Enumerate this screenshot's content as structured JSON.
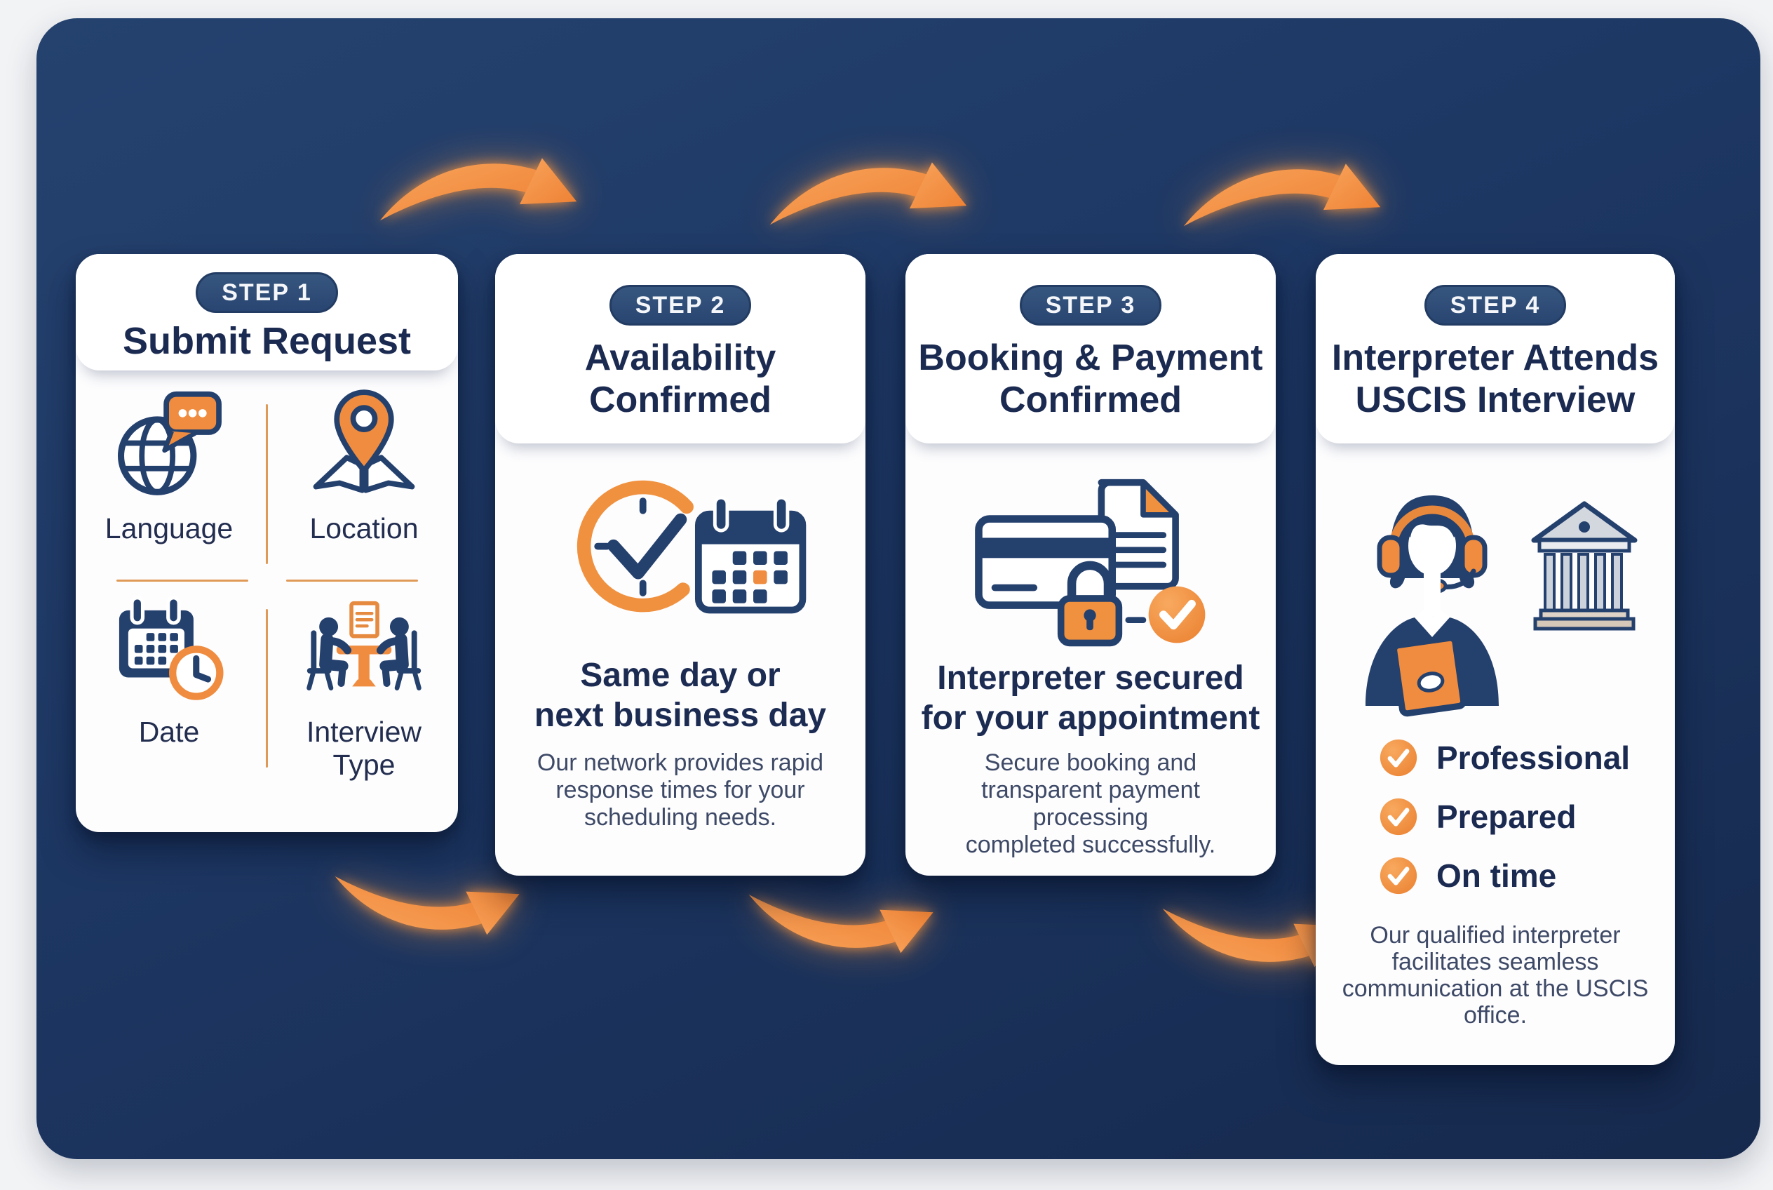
{
  "colors": {
    "background_navy": "#1d3763",
    "canvas_white": "#f2f3f5",
    "card_white": "#fdfdfe",
    "title_navy": "#1b2a50",
    "body_text": "#3d4966",
    "accent_orange": "#ef8c3f",
    "badge_navy": "#2d4a77",
    "divider_orange": "#e09a57"
  },
  "steps": [
    {
      "badge": "STEP 1",
      "title": "Submit Request",
      "icon": "globe-chat-icon map-pin-icon calendar-clock-icon interview-table-icon",
      "fields": [
        {
          "label": "Language",
          "icon": "globe-chat-icon"
        },
        {
          "label": "Location",
          "icon": "map-pin-icon"
        },
        {
          "label": "Date",
          "icon": "calendar-clock-icon"
        },
        {
          "label": "Interview\nType",
          "icon": "interview-table-icon"
        }
      ]
    },
    {
      "badge": "STEP 2",
      "title": "Availability\nConfirmed",
      "subtitle": "Same day or\nnext business day",
      "description": "Our network provides rapid\nresponse times for your\nscheduling needs.",
      "icon": "clock-calendar-icon"
    },
    {
      "badge": "STEP 3",
      "title": "Booking & Payment\nConfirmed",
      "subtitle": "Interpreter secured\nfor your appointment",
      "description": "Secure booking and\ntransparent payment processing\ncompleted successfully.",
      "icon": "card-document-lock-check-icon"
    },
    {
      "badge": "STEP 4",
      "title": "Interpreter Attends\nUSCIS Interview",
      "checklist": [
        "Professional",
        "Prepared",
        "On time"
      ],
      "description": "Our qualified interpreter\nfacilitates seamless\ncommunication at the USCIS\noffice.",
      "icon": "interpreter-headset-building-icon"
    }
  ]
}
